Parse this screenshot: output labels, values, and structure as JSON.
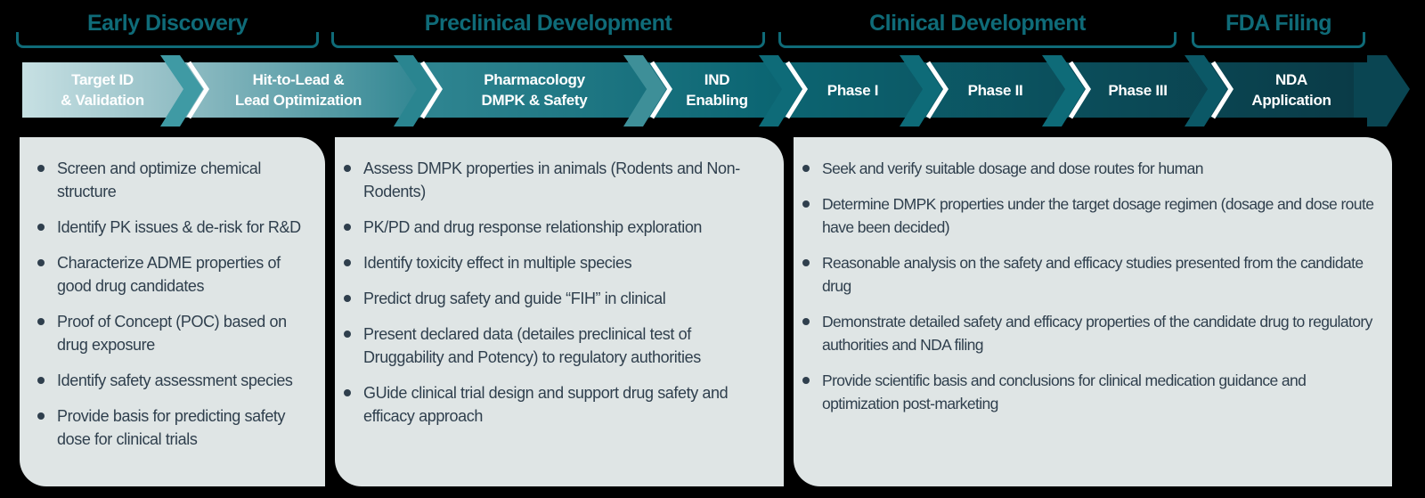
{
  "stages": [
    {
      "title": "Early Discovery"
    },
    {
      "title": "Preclinical Development"
    },
    {
      "title": "Clinical Development"
    },
    {
      "title": "FDA Filing"
    }
  ],
  "steps": [
    {
      "label": "Target ID\n& Validation"
    },
    {
      "label": "Hit-to-Lead &\nLead Optimization"
    },
    {
      "label": "Pharmacology\nDMPK & Safety"
    },
    {
      "label": "IND\nEnabling"
    },
    {
      "label": "Phase I"
    },
    {
      "label": "Phase II"
    },
    {
      "label": "Phase III"
    },
    {
      "label": "NDA\nApplication"
    }
  ],
  "panels": [
    {
      "items": [
        "Screen and optimize chemical structure",
        "Identify PK issues & de-risk for R&D",
        "Characterize ADME properties of good drug candidates",
        "Proof of Concept (POC) based on drug exposure",
        "Identify safety assessment species",
        "Provide basis for predicting safety dose for clinical trials"
      ]
    },
    {
      "items": [
        "Assess DMPK properties in animals (Rodents and Non-Rodents)",
        "PK/PD and drug response relationship exploration",
        "Identify toxicity effect in multiple species",
        "Predict drug safety and guide “FIH” in clinical",
        "Present declared data (detailes preclinical test of Druggability and Potency) to regulatory authorities",
        "GUide clinical trial design and support drug safety and efficacy approach"
      ]
    },
    {
      "items": [
        "Seek and verify suitable dosage and dose routes for human",
        "Determine DMPK properties under the target dosage regimen (dosage and dose route have been decided)",
        "Reasonable analysis on the safety and efficacy studies presented from the candidate drug",
        "Demonstrate detailed safety and efficacy properties of the candidate drug to regulatory authorities and NDA filing",
        "Provide scientific basis and conclusions for clinical medication guidance and optimization post-marketing"
      ]
    }
  ],
  "colors": {
    "heading": "#0f6b78",
    "panel_bg": "#dfe5e5",
    "panel_text": "#2f3f4d",
    "arrow_start": "#c7e0e3",
    "arrow_end": "#0a3a46"
  }
}
